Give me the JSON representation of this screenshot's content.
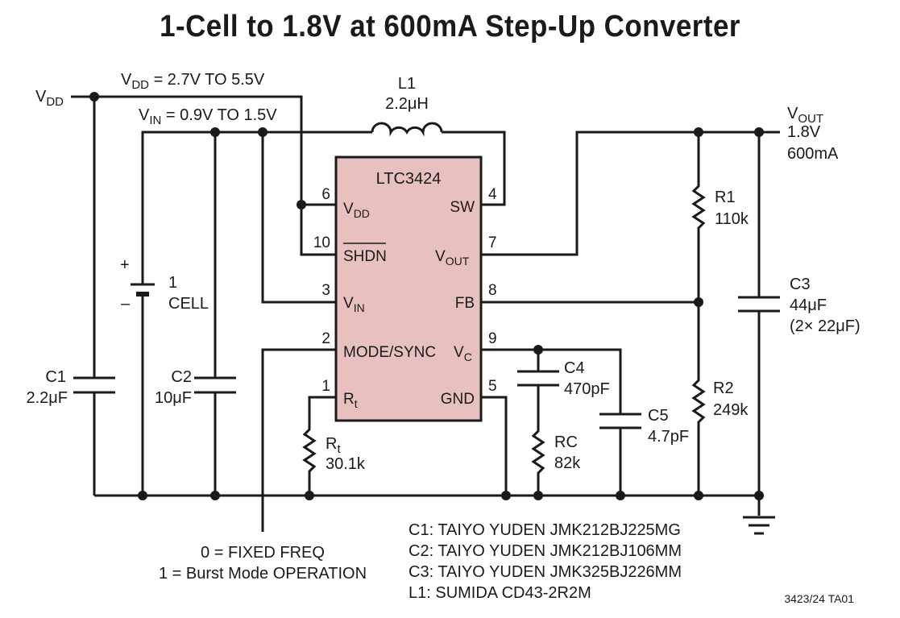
{
  "title": "1-Cell to 1.8V at 600mA Step-Up Converter",
  "ic": {
    "name": "LTC3424",
    "pins": {
      "vdd": {
        "num": "6",
        "label": "V",
        "sub": "DD"
      },
      "shdn": {
        "num": "10",
        "label": "SHDN"
      },
      "vin": {
        "num": "3",
        "label": "V",
        "sub": "IN"
      },
      "mode": {
        "num": "2",
        "label": "MODE/SYNC"
      },
      "rt": {
        "num": "1",
        "label": "R",
        "sub": "t"
      },
      "sw": {
        "num": "4",
        "label": "SW"
      },
      "vout": {
        "num": "7",
        "label": "V",
        "sub": "OUT"
      },
      "fb": {
        "num": "8",
        "label": "FB"
      },
      "vc": {
        "num": "9",
        "label": "V",
        "sub": "C"
      },
      "gnd": {
        "num": "5",
        "label": "GND"
      }
    }
  },
  "nets": {
    "vdd_label": "V",
    "vdd_sub": "DD",
    "vdd_range_main": "V",
    "vdd_range_sub": "DD",
    "vdd_range_rest": " = 2.7V TO 5.5V",
    "vin_range_main": "V",
    "vin_range_sub": "IN",
    "vin_range_rest": " = 0.9V TO 1.5V",
    "vout_main": "V",
    "vout_sub": "OUT",
    "vout_value": "1.8V",
    "vout_current": "600mA"
  },
  "components": {
    "l1": {
      "ref": "L1",
      "value": "2.2μH"
    },
    "battery": {
      "plus": "+",
      "minus": "–",
      "line1": "1",
      "line2": "CELL"
    },
    "c1": {
      "ref": "C1",
      "value": "2.2μF"
    },
    "c2": {
      "ref": "C2",
      "value": "10μF"
    },
    "rt": {
      "ref_main": "R",
      "ref_sub": "t",
      "value": "30.1k"
    },
    "c4": {
      "ref": "C4",
      "value": "470pF"
    },
    "rc": {
      "ref": "RC",
      "value": "82k"
    },
    "c5": {
      "ref": "C5",
      "value": "4.7pF"
    },
    "r1": {
      "ref": "R1",
      "value": "110k"
    },
    "r2": {
      "ref": "R2",
      "value": "249k"
    },
    "c3": {
      "ref": "C3",
      "value": "44μF",
      "note": "(2× 22μF)"
    }
  },
  "mode_notes": [
    "0 = FIXED FREQ",
    "1 = Burst Mode OPERATION"
  ],
  "bom": [
    "C1: TAIYO YUDEN JMK212BJ225MG",
    "C2: TAIYO YUDEN JMK212BJ106MM",
    "C3: TAIYO YUDEN JMK325BJ226MM",
    "L1: SUMIDA CD43-2R2M"
  ],
  "figure_id": "3423/24 TA01",
  "colors": {
    "ic_fill": "#e8c0c0",
    "ink": "#1a1a1a"
  }
}
